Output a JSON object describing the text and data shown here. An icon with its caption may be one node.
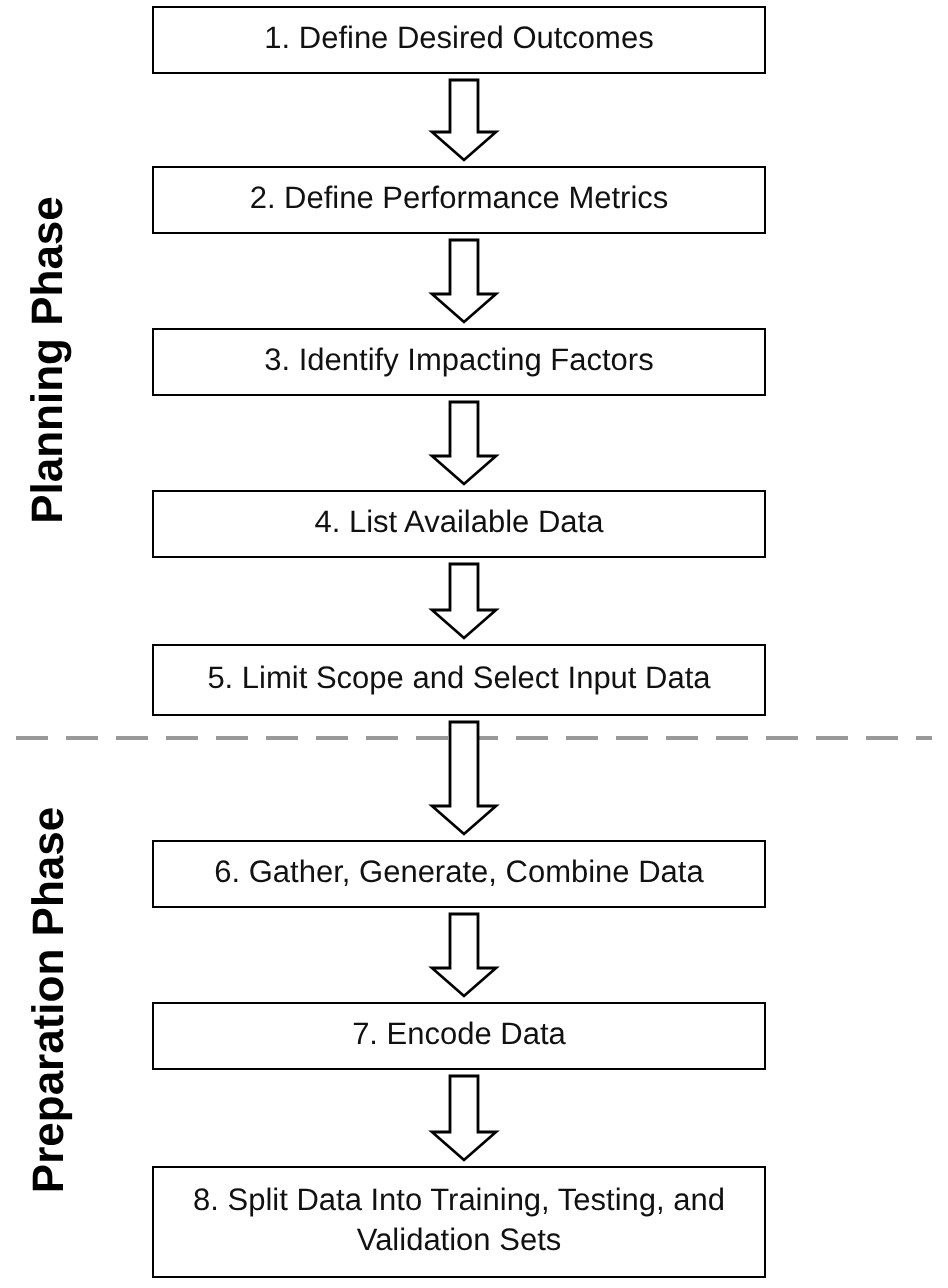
{
  "diagram": {
    "nodes": [
      {
        "text": [
          "1. Define Desired Outcomes"
        ]
      },
      {
        "text": [
          "2. Define Performance Metrics"
        ]
      },
      {
        "text": [
          "3. Identify Impacting Factors"
        ]
      },
      {
        "text": [
          "4. List Available Data"
        ]
      },
      {
        "text": [
          "5. Limit Scope and Select Input Data"
        ]
      },
      {
        "text": [
          "6. Gather, Generate, Combine Data"
        ]
      },
      {
        "text": [
          "7. Encode Data"
        ]
      },
      {
        "text": [
          "8. Split Data Into Training, Testing, and Validation Sets"
        ]
      }
    ],
    "edges": [
      {
        "from": 0,
        "to": 1,
        "arrow": "to"
      },
      {
        "from": 1,
        "to": 2,
        "arrow": "to"
      },
      {
        "from": 2,
        "to": 3,
        "arrow": "to"
      },
      {
        "from": 3,
        "to": 4,
        "arrow": "to"
      },
      {
        "from": 4,
        "to": 5,
        "arrow": "to"
      },
      {
        "from": 5,
        "to": 6,
        "arrow": "to"
      },
      {
        "from": 6,
        "to": 7,
        "arrow": "to"
      }
    ],
    "labels": [
      "Planning Phase",
      "Preparation Phase"
    ]
  }
}
